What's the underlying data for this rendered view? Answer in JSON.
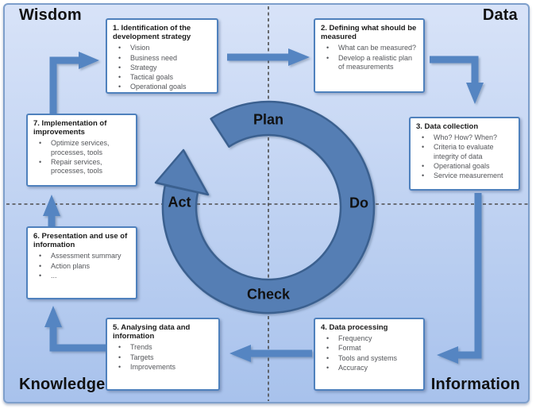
{
  "quadrants": {
    "top_left": "Wisdom",
    "top_right": "Data",
    "bottom_left": "Knowledge",
    "bottom_right": "Information"
  },
  "cycle": {
    "plan": "Plan",
    "do": "Do",
    "check": "Check",
    "act": "Act"
  },
  "boxes": [
    {
      "title": "1. Identification of the development strategy",
      "bullets": [
        "Vision",
        "Business need",
        "Strategy",
        "Tactical goals",
        "Operational goals"
      ]
    },
    {
      "title": "2. Defining what should be measured",
      "bullets": [
        "What can be measured?",
        "Develop a realistic plan of measurements"
      ]
    },
    {
      "title": "3. Data collection",
      "bullets": [
        "Who? How? When?",
        "Criteria to evaluate integrity of data",
        "Operational goals",
        "Service measurement"
      ]
    },
    {
      "title": "4. Data processing",
      "bullets": [
        "Frequency",
        "Format",
        "Tools and systems",
        "Accuracy"
      ]
    },
    {
      "title": "5. Analysing data and information",
      "bullets": [
        "Trends",
        "Targets",
        "Improvements"
      ]
    },
    {
      "title": "6. Presentation and use of information",
      "bullets": [
        "Assessment summary",
        "Action plans",
        "..."
      ]
    },
    {
      "title": "7. Implementation of improvements",
      "bullets": [
        "Optimize services, processes, tools",
        "Repair services, processes, tools"
      ]
    }
  ],
  "colors": {
    "bg_top": "#d8e3f8",
    "bg_bottom": "#a8c2ec",
    "frame_border": "#7e9fcb",
    "box_border": "#4f81bd",
    "box_bg": "#ffffff",
    "arrow": "#5585c2",
    "ring_fill": "#557eb4",
    "ring_stroke": "#3a608f",
    "divider": "#4d4d4d",
    "title_text": "#1a1a1a",
    "bullet_text": "#54565a",
    "label_text": "#111111"
  }
}
